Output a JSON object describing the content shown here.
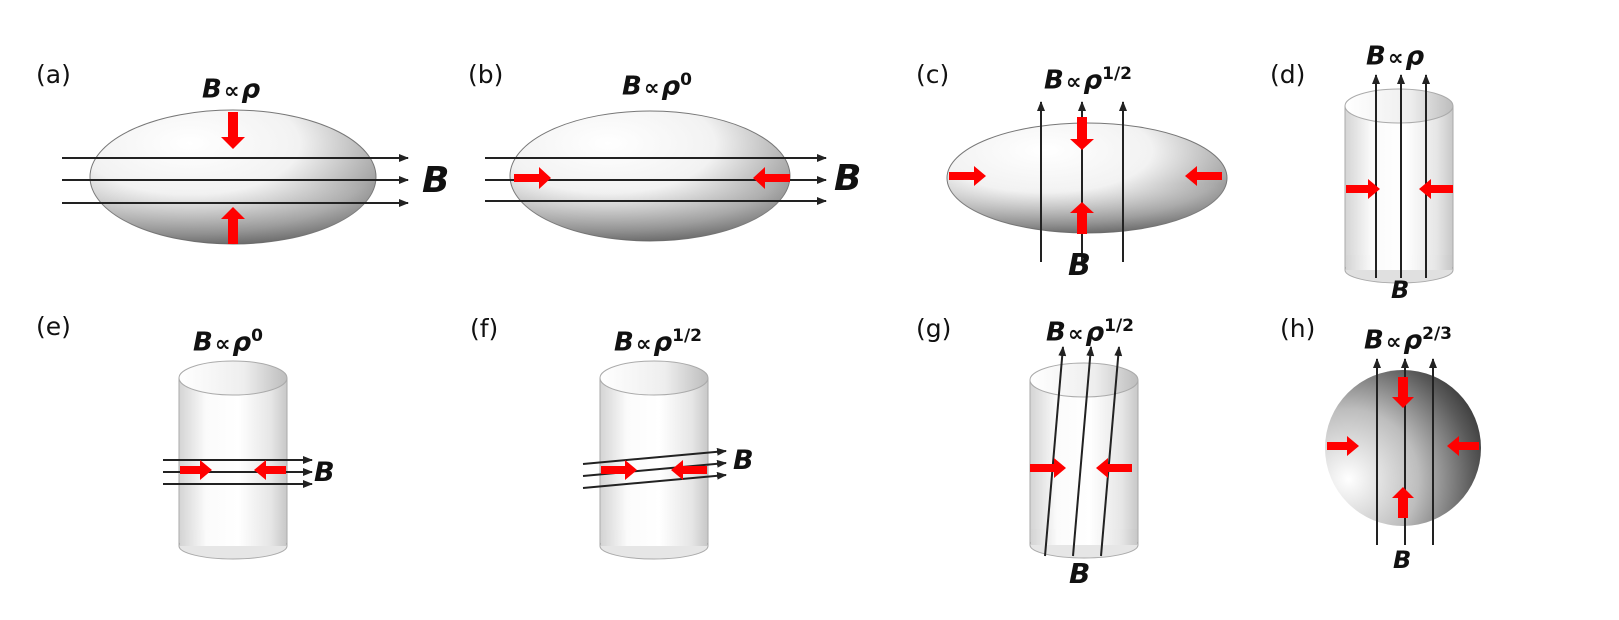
{
  "panels": [
    {
      "id": "a",
      "label": "(a)",
      "relation_base": "B",
      "relation_symbol": "∝",
      "relation_var": "ρ",
      "relation_exp": "",
      "field_label": "B"
    },
    {
      "id": "b",
      "label": "(b)",
      "relation_base": "B",
      "relation_symbol": "∝",
      "relation_var": "ρ",
      "relation_exp": "0",
      "field_label": "B"
    },
    {
      "id": "c",
      "label": "(c)",
      "relation_base": "B",
      "relation_symbol": "∝",
      "relation_var": "ρ",
      "relation_exp": "1/2",
      "field_label": "B"
    },
    {
      "id": "d",
      "label": "(d)",
      "relation_base": "B",
      "relation_symbol": "∝",
      "relation_var": "ρ",
      "relation_exp": "",
      "field_label": "B"
    },
    {
      "id": "e",
      "label": "(e)",
      "relation_base": "B",
      "relation_symbol": "∝",
      "relation_var": "ρ",
      "relation_exp": "0",
      "field_label": "B"
    },
    {
      "id": "f",
      "label": "(f)",
      "relation_base": "B",
      "relation_symbol": "∝",
      "relation_var": "ρ",
      "relation_exp": "1/2",
      "field_label": "B"
    },
    {
      "id": "g",
      "label": "(g)",
      "relation_base": "B",
      "relation_symbol": "∝",
      "relation_var": "ρ",
      "relation_exp": "1/2",
      "field_label": "B"
    },
    {
      "id": "h",
      "label": "(h)",
      "relation_base": "B",
      "relation_symbol": "∝",
      "relation_var": "ρ",
      "relation_exp": "2/3",
      "field_label": "B"
    }
  ],
  "colors": {
    "arrow_red": "#ff0000",
    "field_line": "#222222",
    "shape_light": "#ffffff",
    "shape_dark": "#6a6a6a"
  }
}
